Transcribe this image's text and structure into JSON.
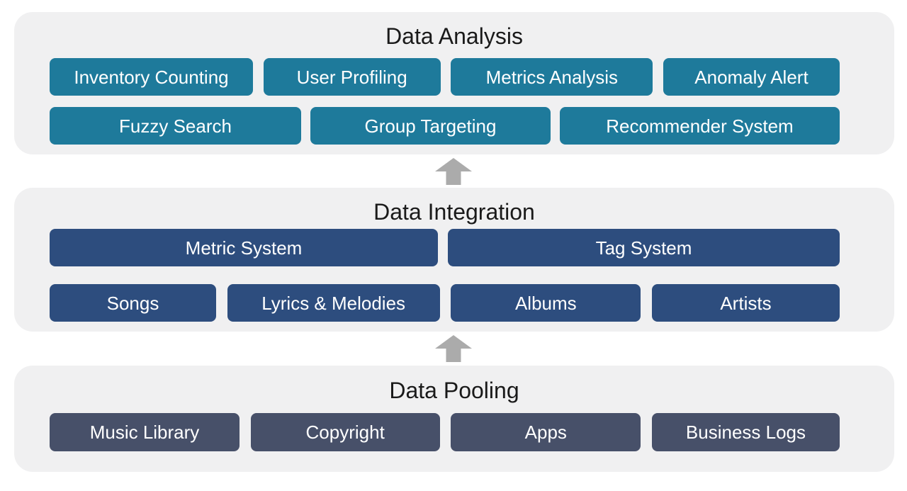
{
  "sections": [
    {
      "title": "Data Analysis",
      "rows": [
        [
          "Inventory Counting",
          "User Profiling",
          "Metrics Analysis",
          "Anomaly Alert"
        ],
        [
          "Fuzzy Search",
          "Group Targeting",
          "Recommender System"
        ]
      ]
    },
    {
      "title": "Data Integration",
      "rows": [
        [
          "Metric System",
          "Tag System"
        ],
        [
          "Songs",
          "Lyrics & Melodies",
          "Albums",
          "Artists"
        ]
      ]
    },
    {
      "title": "Data Pooling",
      "rows": [
        [
          "Music Library",
          "Copyright",
          "Apps",
          "Business Logs"
        ]
      ]
    }
  ],
  "arrow_icon": "up-arrow",
  "colors": {
    "analysis_node": "#1E7A9B",
    "integration_node": "#2D4D7E",
    "pooling_node": "#475069",
    "panel_background": "#F0F0F1",
    "arrow": "#ABABAB",
    "title_text": "#1A1A1A",
    "node_text": "#FFFFFF"
  }
}
